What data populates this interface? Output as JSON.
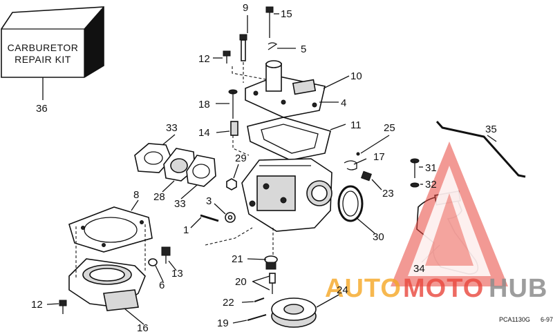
{
  "diagram": {
    "kit_label_line1": "CARBURETOR",
    "kit_label_line2": "REPAIR KIT",
    "callouts": {
      "c1": "1",
      "c3": "3",
      "c4": "4",
      "c5": "5",
      "c6": "6",
      "c8": "8",
      "c9": "9",
      "c10": "10",
      "c11": "11",
      "c12a": "12",
      "c12b": "12",
      "c13": "13",
      "c14": "14",
      "c15": "15",
      "c16": "16",
      "c17": "17",
      "c18": "18",
      "c19": "19",
      "c20": "20",
      "c21": "21",
      "c22": "22",
      "c23": "23",
      "c24": "24",
      "c25": "25",
      "c28": "28",
      "c29": "29",
      "c30": "30",
      "c31": "31",
      "c32": "32",
      "c33a": "33",
      "c33b": "33",
      "c34": "34",
      "c35": "35",
      "c36": "36"
    },
    "part_code": "PCA1130G",
    "date_code": "6-97"
  },
  "watermark": {
    "brand_part1": "AUTO",
    "brand_part2": "MOTO",
    "brand_part3": "HUB",
    "colors": {
      "orange": "#f5a623",
      "red": "#e8463c",
      "gray": "#8c8c8c"
    }
  }
}
